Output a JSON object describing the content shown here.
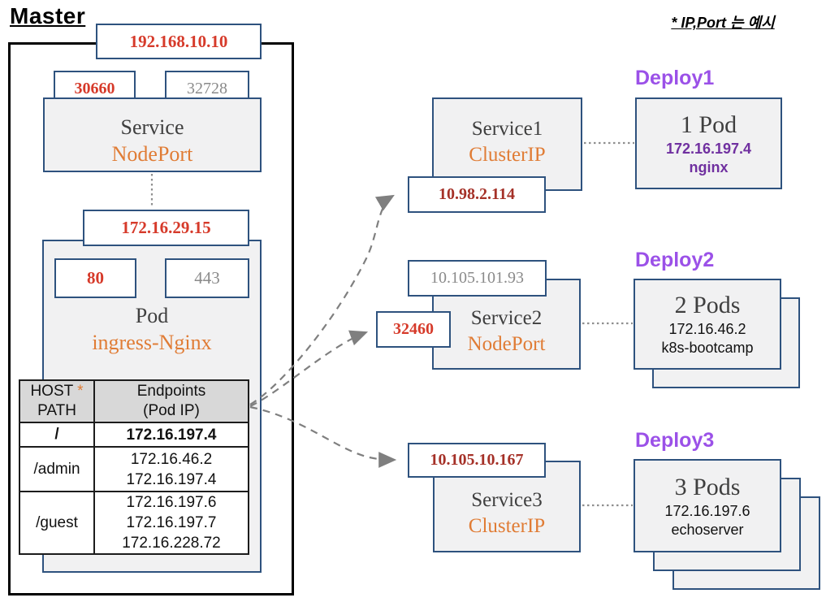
{
  "page": {
    "title": "Master",
    "note": "* IP,Port 는 예시"
  },
  "colors": {
    "bright_red": "#d63a2a",
    "dark_red": "#a53128",
    "orange": "#e07c35",
    "deploy_purple": "#9b51e8",
    "highlight_purple": "#7030a0",
    "border_blue": "#2e527e",
    "box_fill": "#f1f1f2",
    "table_header_fill": "#d8d8d8"
  },
  "master": {
    "node_ip": "192.168.10.10",
    "service": {
      "name": "Service",
      "type": "NodePort",
      "port_primary": "30660",
      "port_secondary": "32728"
    },
    "pod": {
      "ip": "172.16.29.15",
      "name": "Pod",
      "app": "ingress-Nginx",
      "port_primary": "80",
      "port_secondary": "443"
    },
    "table": {
      "header": {
        "host": "HOST",
        "star": "*",
        "path": "PATH",
        "endpoints": "Endpoints",
        "pod_ip": "(Pod IP)"
      },
      "rows": [
        {
          "path": "/",
          "ep1": "172.16.197.4"
        },
        {
          "path": "/admin",
          "ep1": "172.16.46.2",
          "ep2": "172.16.197.4"
        },
        {
          "path": "/guest",
          "ep1": "172.16.197.6",
          "ep2": "172.16.197.7",
          "ep3": "172.16.228.72"
        }
      ]
    }
  },
  "services": [
    {
      "name": "Service1",
      "type": "ClusterIP",
      "ip": "10.98.2.114"
    },
    {
      "name": "Service2",
      "type": "NodePort",
      "ip": "10.105.101.93",
      "port": "32460"
    },
    {
      "name": "Service3",
      "type": "ClusterIP",
      "ip": "10.105.10.167"
    }
  ],
  "deployments": [
    {
      "label": "Deploy1",
      "pods": "1 Pod",
      "ip": "172.16.197.4",
      "app": "nginx"
    },
    {
      "label": "Deploy2",
      "pods": "2 Pods",
      "ip": "172.16.46.2",
      "app": "k8s-bootcamp"
    },
    {
      "label": "Deploy3",
      "pods": "3 Pods",
      "ip": "172.16.197.6",
      "app": "echoserver"
    }
  ]
}
